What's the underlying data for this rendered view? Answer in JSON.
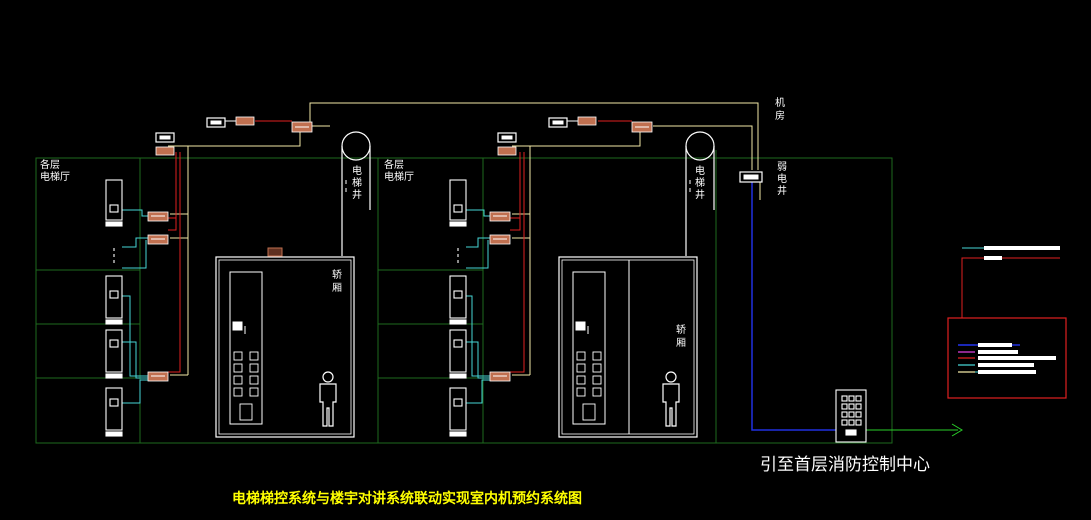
{
  "title": "电梯梯控系统与楼宇对讲系统联动实现室内机预约系统图",
  "control_center_label": "引至首层消防控制中心",
  "labels": {
    "hall_left": [
      "各层",
      "电梯厅"
    ],
    "hall_right": [
      "各层",
      "电梯厅"
    ],
    "shaft_left": [
      "电",
      "梯",
      "井"
    ],
    "shaft_right": [
      "电",
      "梯",
      "井"
    ],
    "car_left": [
      "轿",
      "厢"
    ],
    "car_right": [
      "轿",
      "厢"
    ],
    "machine_room": [
      "机",
      "房"
    ],
    "weak_shaft": [
      "弱",
      "电",
      "井"
    ]
  },
  "colors": {
    "background": "#000000",
    "frame": "#1e6a1e",
    "yellow_line": "#f2e9a6",
    "red_line": "#e02020",
    "cyan_line": "#46d6d6",
    "blue_line": "#2030e0",
    "magenta_line": "#e040e0",
    "device_fill": "#c07050",
    "white": "#ffffff",
    "title": "#ffff00"
  }
}
